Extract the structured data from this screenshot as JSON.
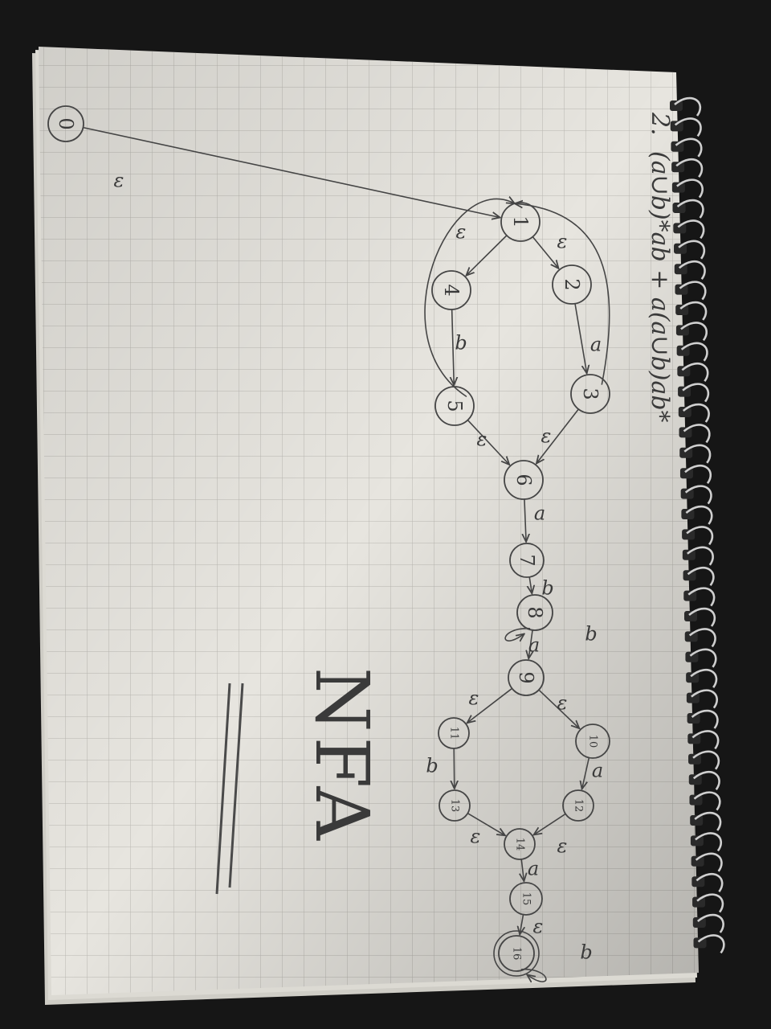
{
  "task_number": "2.",
  "regex": "(a∪b)*ab + a(a∪b)ab*",
  "title": "NFA",
  "states": [
    "0",
    "1",
    "2",
    "3",
    "4",
    "5",
    "6",
    "7",
    "8",
    "9",
    "10",
    "11",
    "12",
    "13",
    "14",
    "15",
    "16"
  ],
  "start_state": "0",
  "accepting_state": "16",
  "transitions": [
    {
      "from": "0",
      "to": "1",
      "symbol": "ε"
    },
    {
      "from": "1",
      "to": "2",
      "symbol": "ε"
    },
    {
      "from": "1",
      "to": "4",
      "symbol": "ε"
    },
    {
      "from": "2",
      "to": "3",
      "symbol": "a"
    },
    {
      "from": "4",
      "to": "5",
      "symbol": "b"
    },
    {
      "from": "3",
      "to": "6",
      "symbol": "ε"
    },
    {
      "from": "5",
      "to": "6",
      "symbol": "ε"
    },
    {
      "from": "3",
      "to": "1",
      "symbol": ""
    },
    {
      "from": "5",
      "to": "1",
      "symbol": ""
    },
    {
      "from": "6",
      "to": "7",
      "symbol": "a"
    },
    {
      "from": "7",
      "to": "8",
      "symbol": "b"
    },
    {
      "from": "8",
      "to": "8",
      "symbol": "b"
    },
    {
      "from": "8",
      "to": "9",
      "symbol": "a"
    },
    {
      "from": "9",
      "to": "10",
      "symbol": "ε"
    },
    {
      "from": "9",
      "to": "11",
      "symbol": "ε"
    },
    {
      "from": "10",
      "to": "12",
      "symbol": "a"
    },
    {
      "from": "11",
      "to": "13",
      "symbol": "b"
    },
    {
      "from": "12",
      "to": "14",
      "symbol": "ε"
    },
    {
      "from": "13",
      "to": "14",
      "symbol": "ε"
    },
    {
      "from": "14",
      "to": "15",
      "symbol": "a"
    },
    {
      "from": "15",
      "to": "16",
      "symbol": "ε"
    },
    {
      "from": "16",
      "to": "16",
      "symbol": "b"
    }
  ]
}
